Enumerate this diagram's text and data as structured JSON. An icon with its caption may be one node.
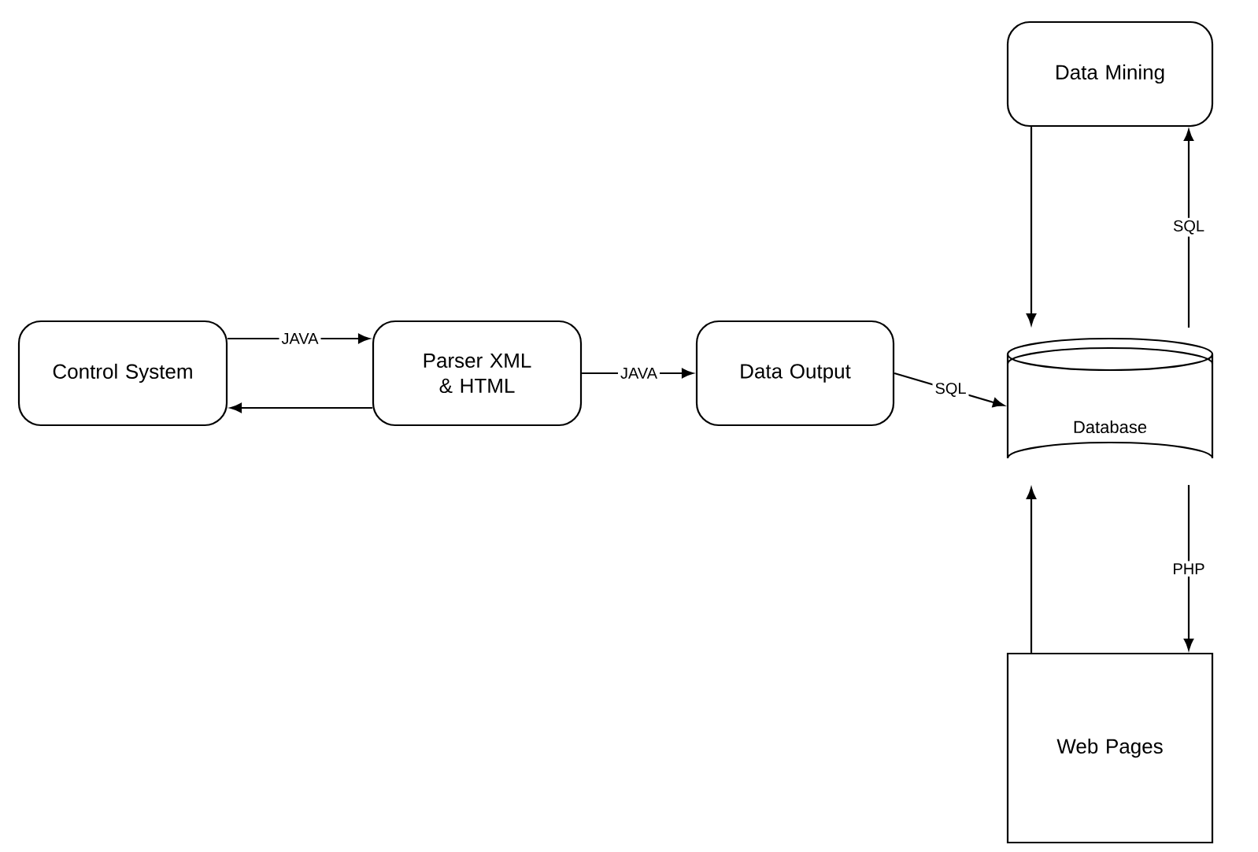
{
  "diagram": {
    "nodes": [
      {
        "text": [
          "Control System"
        ]
      },
      {
        "text": [
          "Parser XML & HTML"
        ]
      },
      {
        "text": [
          "Data Output"
        ]
      },
      {
        "text": [
          "Data Mining"
        ]
      },
      {
        "text": [
          "Database"
        ]
      },
      {
        "text": [
          "Web Pages"
        ]
      }
    ],
    "edges": [
      {
        "from": 0,
        "to": 1,
        "arrow": "to",
        "label": "JAVA"
      },
      {
        "from": 1,
        "to": 0,
        "arrow": "to"
      },
      {
        "from": 1,
        "to": 2,
        "arrow": "to",
        "label": "JAVA"
      },
      {
        "from": 2,
        "to": 4,
        "arrow": "to",
        "label": "SQL"
      },
      {
        "from": 3,
        "to": 4,
        "arrow": "to"
      },
      {
        "from": 4,
        "to": 3,
        "arrow": "to",
        "label": "SQL"
      },
      {
        "from": 5,
        "to": 4,
        "arrow": "to"
      },
      {
        "from": 4,
        "to": 5,
        "arrow": "to",
        "label": "PHP"
      }
    ]
  }
}
